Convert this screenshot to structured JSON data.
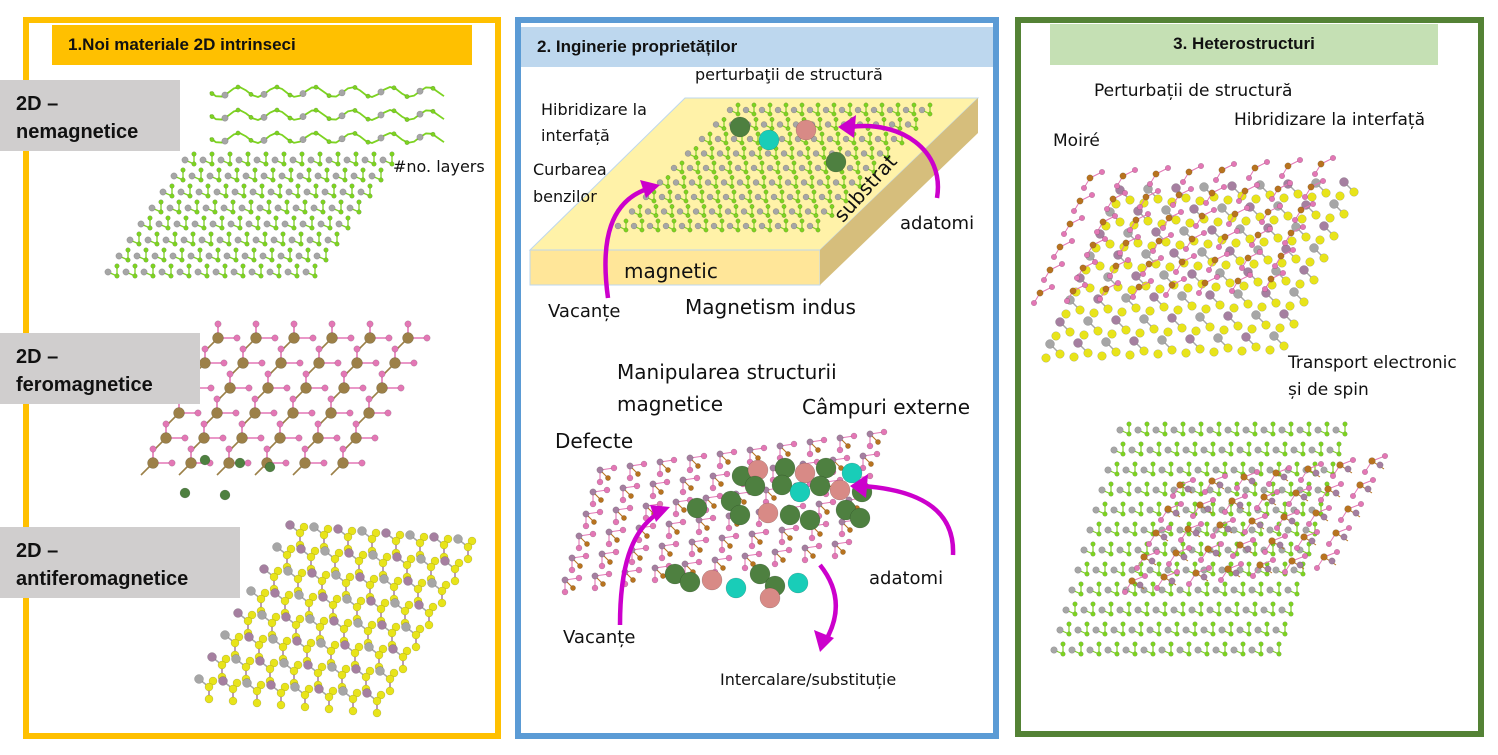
{
  "panels": [
    {
      "id": "intrinsic",
      "title": "1.Noi materiale 2D intrinseci",
      "border_color": "#FFC000",
      "header_color": "#FFC000",
      "categories": [
        {
          "line1": "2D –",
          "line2": "nemagnetice"
        },
        {
          "line1": "2D –",
          "line2": "feromagnetice"
        },
        {
          "line1": "2D –",
          "line2": "antiferomagnetice"
        }
      ],
      "annotations": {
        "layers": "#no. layers"
      }
    },
    {
      "id": "engineering",
      "title": "2. Inginerie proprietăților",
      "border_color": "#5B9BD5",
      "header_color": "#BDD7EE",
      "top_labels": {
        "perturbations": "perturbaţii de structură",
        "hybridization": [
          "Hibridizare la",
          "interfață"
        ],
        "band_bending": [
          "Curbarea",
          "benzilor"
        ],
        "adatoms": "adatomi",
        "vacancies": "Vacanțe",
        "substrate": "substrat",
        "magnetic": "magnetic",
        "induced": "Magnetism indus"
      },
      "bottom_labels": {
        "manipulation": [
          "Manipularea structurii",
          "magnetice"
        ],
        "external_fields": "Câmpuri externe",
        "defects": "Defecte",
        "adatoms": "adatomi",
        "vacancies": "Vacanțe",
        "intercalation": "Intercalare/substituție"
      }
    },
    {
      "id": "heterostructures",
      "title": "3. Heterostructuri",
      "border_color": "#548235",
      "header_color": "#C5E0B4",
      "labels": {
        "perturbations": "Perturbații de structură",
        "hybridization": "Hibridizare la interfață",
        "moire": "Moiré",
        "transport": [
          "Transport electronic",
          "și de spin"
        ]
      }
    }
  ],
  "atom_colors": {
    "green": "#7DD321",
    "gray": "#A6A6A6",
    "pink": "#E377B5",
    "bronze": "#9C8048",
    "yellow": "#E8E41A",
    "mauve": "#A57FA0",
    "orange": "#B8731F",
    "dark_green": "#4E8040",
    "salmon": "#D88A86",
    "teal": "#19CDB8",
    "arrow": "#CC00CC"
  }
}
